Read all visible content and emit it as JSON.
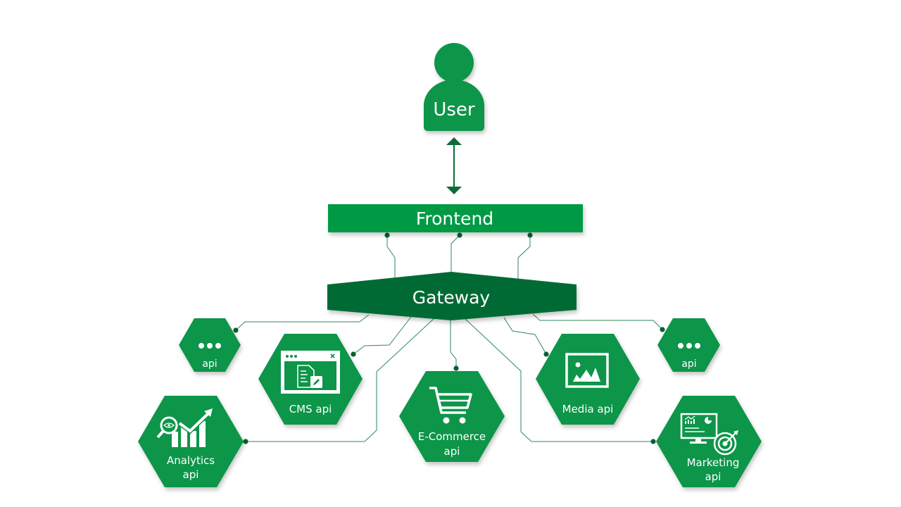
{
  "colors": {
    "primary_green": "#009a44",
    "hex_green": "#0a9548",
    "gateway_green": "#046b36",
    "connector": "#2e8a5a",
    "node_dot": "#0b5e34",
    "text": "#ffffff"
  },
  "user": {
    "label": "User",
    "icon": "person-icon"
  },
  "arrow": {
    "icon": "double-headed-arrow-icon",
    "direction": "bidirectional"
  },
  "frontend": {
    "label": "Frontend"
  },
  "gateway": {
    "label": "Gateway"
  },
  "services": [
    {
      "id": "more-left",
      "icon": "ellipsis-icon",
      "label_line1": "api",
      "label_line2": ""
    },
    {
      "id": "cms",
      "icon": "cms-document-window-icon",
      "label_line1": "CMS api",
      "label_line2": ""
    },
    {
      "id": "analytics",
      "icon": "analytics-chart-icon",
      "label_line1": "Analytics",
      "label_line2": "api"
    },
    {
      "id": "ecommerce",
      "icon": "shopping-cart-icon",
      "label_line1": "E-Commerce",
      "label_line2": "api"
    },
    {
      "id": "media",
      "icon": "image-icon",
      "label_line1": "Media api",
      "label_line2": ""
    },
    {
      "id": "more-right",
      "icon": "ellipsis-icon",
      "label_line1": "api",
      "label_line2": ""
    },
    {
      "id": "marketing",
      "icon": "marketing-dashboard-target-icon",
      "label_line1": "Marketing",
      "label_line2": "api"
    }
  ]
}
